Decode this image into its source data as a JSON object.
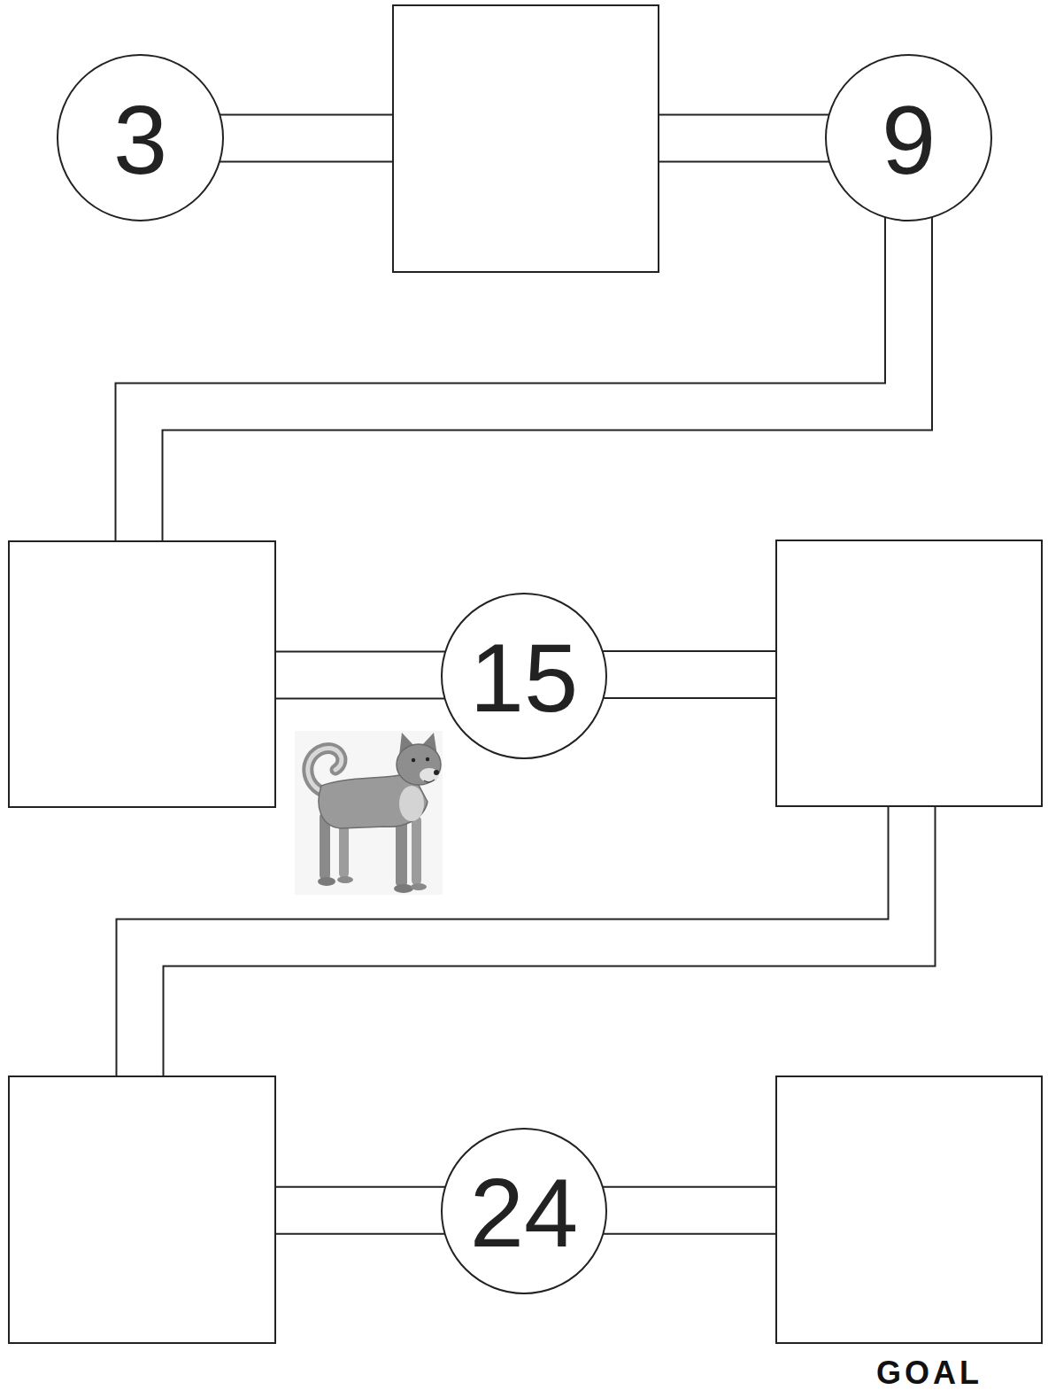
{
  "diagram": {
    "nodes": [
      {
        "text": [
          "3"
        ]
      },
      {
        "text": []
      },
      {
        "text": [
          "9"
        ]
      },
      {
        "text": []
      },
      {
        "text": [
          "15"
        ]
      },
      {
        "text": []
      },
      {
        "text": []
      },
      {
        "text": [
          "24"
        ]
      },
      {
        "text": [
          "GOAL"
        ]
      }
    ],
    "edges": [
      {
        "from": 0,
        "to": 1,
        "arrow": "none"
      },
      {
        "from": 1,
        "to": 2,
        "arrow": "none"
      },
      {
        "from": 2,
        "to": 3,
        "arrow": "none"
      },
      {
        "from": 3,
        "to": 4,
        "arrow": "none"
      },
      {
        "from": 4,
        "to": 5,
        "arrow": "none"
      },
      {
        "from": 5,
        "to": 6,
        "arrow": "none"
      },
      {
        "from": 6,
        "to": 7,
        "arrow": "none"
      },
      {
        "from": 7,
        "to": 8,
        "arrow": "none"
      }
    ]
  }
}
